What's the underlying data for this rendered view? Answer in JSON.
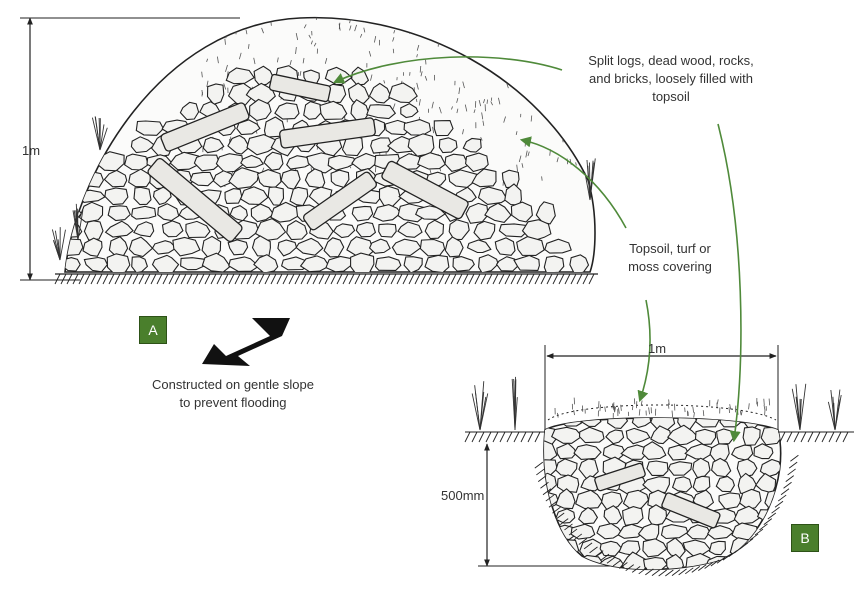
{
  "colors": {
    "accent_green": "#4a7f2c",
    "arrow_green": "#4f8a3a",
    "ink": "#222222",
    "rock_fill": "#f3f3f1"
  },
  "icons": {
    "slope_arrow": "arrow-down-left-icon",
    "callout_arrows": "curved-arrow-icon"
  },
  "labels": {
    "height_a": "1m",
    "width_b": "1m",
    "depth_b": "500mm",
    "materials_line1": "Split logs, dead wood, rocks,",
    "materials_line2": "and bricks, loosely filled with",
    "materials_line3": "topsoil",
    "covering_line1": "Topsoil, turf or",
    "covering_line2": "moss covering",
    "slope_line1": "Constructed on gentle slope",
    "slope_line2": "to prevent flooding"
  },
  "badges": {
    "a": "A",
    "b": "B"
  }
}
